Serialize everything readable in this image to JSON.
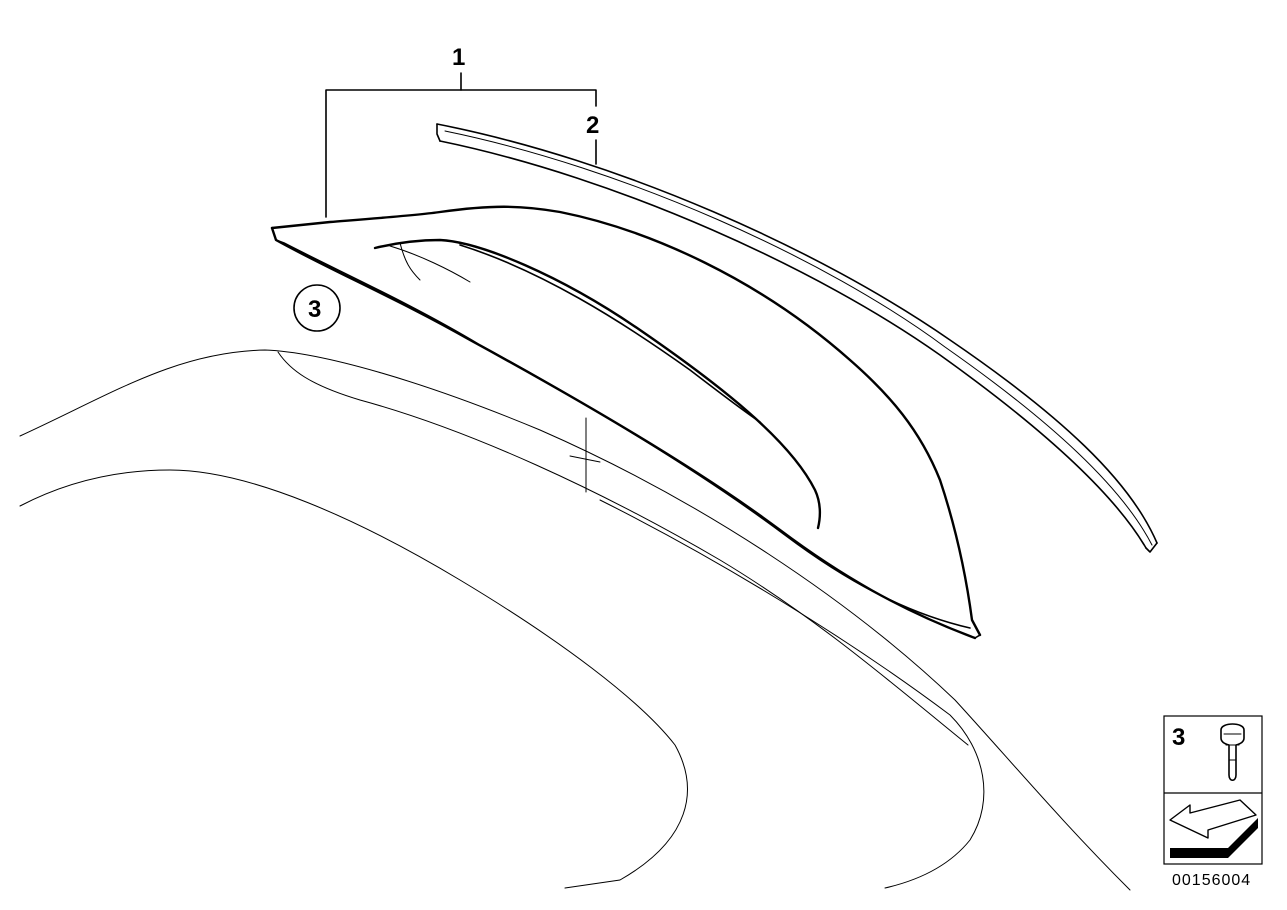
{
  "callouts": {
    "part_1": "1",
    "part_2": "2",
    "part_3_circled": "3"
  },
  "legend_box": {
    "part_number": "3",
    "fastener_icon": "push-rivet-clip-icon",
    "arrow_icon": "direction-arrow-icon"
  },
  "document_id": "00156004"
}
